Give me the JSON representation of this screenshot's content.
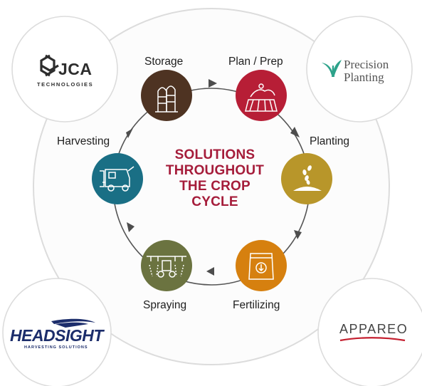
{
  "center": {
    "line1": "SOLUTIONS",
    "line2": "THROUGHOUT",
    "line3": "THE CROP",
    "line4": "CYCLE"
  },
  "stages": {
    "storage": {
      "label": "Storage",
      "color": "#4e3322",
      "icon": "silo-icon"
    },
    "plan": {
      "label": "Plan / Prep",
      "color": "#b71e36",
      "icon": "field-icon"
    },
    "planting": {
      "label": "Planting",
      "color": "#b8962a",
      "icon": "seed-icon"
    },
    "fertilizing": {
      "label": "Fertilizing",
      "color": "#d6800f",
      "icon": "fertilizer-bag-icon"
    },
    "spraying": {
      "label": "Spraying",
      "color": "#6b7340",
      "icon": "sprayer-icon"
    },
    "harvesting": {
      "label": "Harvesting",
      "color": "#1a6f85",
      "icon": "combine-icon"
    }
  },
  "logos": {
    "jca": {
      "name": "JCA",
      "sub": "TECHNOLOGIES"
    },
    "precision": {
      "line1": "Precision",
      "line2": "Planting"
    },
    "headsight": {
      "name": "HEADSIGHT",
      "sub": "HARVESTING SOLUTIONS"
    },
    "appareo": {
      "name": "APPAREO"
    }
  },
  "colors": {
    "ring": "#d9d9d9",
    "cycle_arrow": "#4d4d4d",
    "title": "#a51c3a",
    "jca_logo": "#2d2d2d",
    "precision_green": "#2ca28a",
    "headsight_navy": "#1c2d6b",
    "appareo_red": "#c41f2f"
  }
}
